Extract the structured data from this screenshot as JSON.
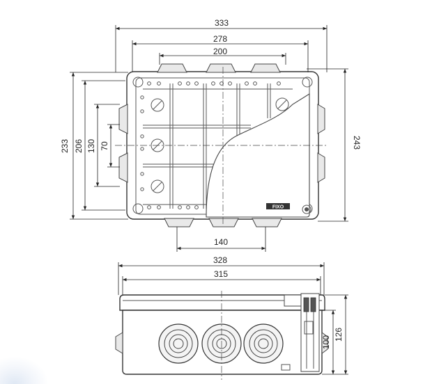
{
  "dimensions": {
    "top_view": {
      "overall_width": "333",
      "inner_width": "278",
      "port_span": "200",
      "overall_height_left": "233",
      "inner_height_left": "206",
      "side_port_span": "130",
      "side_port_pitch": "70",
      "overall_height_right": "243",
      "bottom_port_span": "140"
    },
    "side_view": {
      "overall_width": "328",
      "body_width": "315",
      "body_height": "100",
      "overall_height": "126"
    }
  },
  "logo_text": "FIXO"
}
